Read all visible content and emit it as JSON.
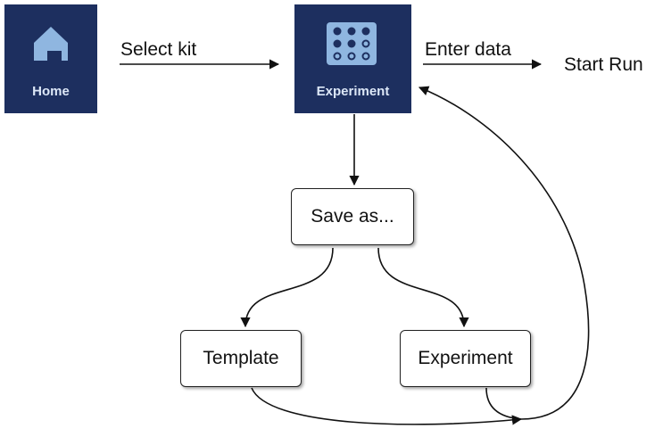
{
  "tiles": {
    "home": {
      "label": "Home",
      "icon": "house-icon"
    },
    "experiment": {
      "label": "Experiment",
      "icon": "plate-grid-icon"
    }
  },
  "edges": {
    "select_kit": "Select kit",
    "enter_data": "Enter data"
  },
  "nodes": {
    "start_run": "Start Run",
    "save_as": "Save as...",
    "template": "Template",
    "experiment": "Experiment"
  },
  "colors": {
    "tile_background": "#1d2f5f",
    "tile_icon": "#8fb6e0",
    "tile_label": "#dce7f7",
    "line": "#111111"
  }
}
